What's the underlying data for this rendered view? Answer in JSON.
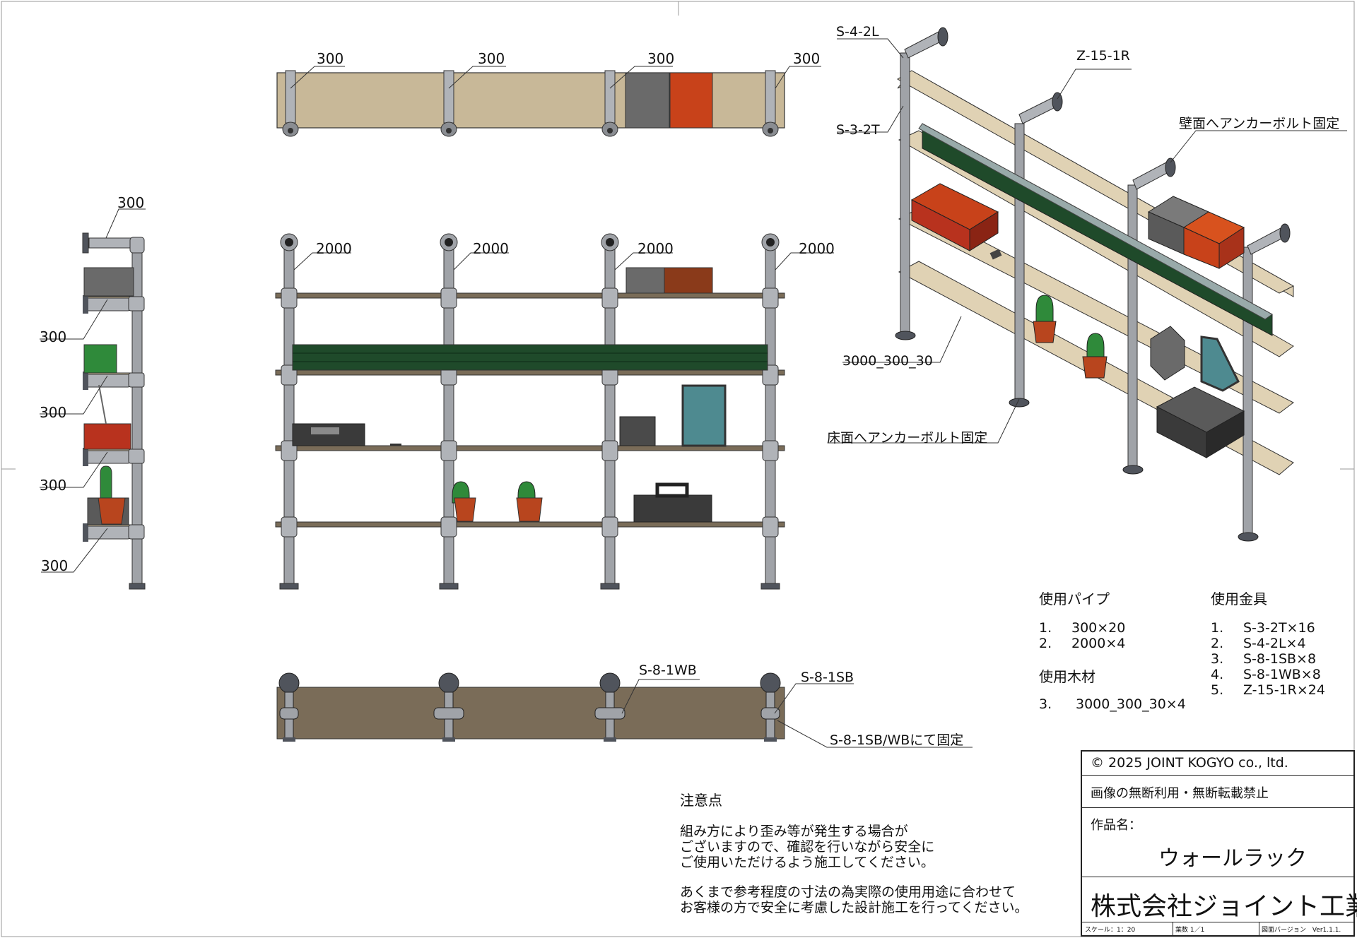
{
  "views": {
    "top": {
      "dimensions": [
        "300",
        "300",
        "300",
        "300"
      ]
    },
    "side": {
      "dimensions": [
        "300",
        "300",
        "300",
        "300",
        "300"
      ]
    },
    "front": {
      "dimensions": [
        "2000",
        "2000",
        "2000",
        "2000"
      ]
    },
    "bottom": {
      "part_wb": "S-8-1WB",
      "part_sb": "S-8-1SB",
      "fix_note": "S-8-1SB/WBにて固定"
    },
    "iso": {
      "part_elbow": "S-4-2L",
      "part_tee": "S-3-2T",
      "part_flange": "Z-15-1R",
      "wall_note": "壁面へアンカーボルト固定",
      "shelf_board": "3000_300_30",
      "floor_note": "床面へアンカーボルト固定"
    }
  },
  "pipes": {
    "title": "使用パイプ",
    "items": [
      {
        "num": "1.",
        "text": "300×20"
      },
      {
        "num": "2.",
        "text": "2000×4"
      }
    ]
  },
  "wood": {
    "title": "使用木材",
    "items": [
      {
        "num": "3.",
        "text": "3000_300_30×4"
      }
    ]
  },
  "fittings": {
    "title": "使用金具",
    "items": [
      {
        "num": "1.",
        "text": "S-3-2T×16"
      },
      {
        "num": "2.",
        "text": "S-4-2L×4"
      },
      {
        "num": "3.",
        "text": "S-8-1SB×8"
      },
      {
        "num": "4.",
        "text": "S-8-1WB×8"
      },
      {
        "num": "5.",
        "text": "Z-15-1R×24"
      }
    ]
  },
  "notes": {
    "title": "注意点",
    "para1": [
      "組み方により歪み等が発生する場合が",
      "ございますので、確認を行いながら安全に",
      "ご使用いただけるよう施工してください。"
    ],
    "para2": [
      "あくまで参考程度の寸法の為実際の使用用途に合わせて",
      "お客様の方で安全に考慮した設計施工を行ってください。"
    ]
  },
  "title_block": {
    "copyright": "© 2025 JOINT KOGYO co., ltd.",
    "restriction": "画像の無断利用・無断転載禁止",
    "work_label": "作品名：",
    "work_name": "ウォールラック",
    "company": "株式会社ジョイント工業",
    "scale": "スケール：1：20",
    "sheets": "葉数 1／1",
    "version": "図面バージョン　Ver1.1.1."
  },
  "colors": {
    "wood": "#c8b898",
    "pipe": "#a0a3a8",
    "pipe_dark": "#50545c",
    "board_dark": "#7a6c58",
    "box_gray": "#6a6a6a",
    "box_orange": "#c8421a",
    "cd_green": "#1f4a2a",
    "radio_red": "#b8321e",
    "pot": "#b8451e",
    "cactus": "#2f8a3a",
    "frame_blue": "#4e8a90"
  }
}
